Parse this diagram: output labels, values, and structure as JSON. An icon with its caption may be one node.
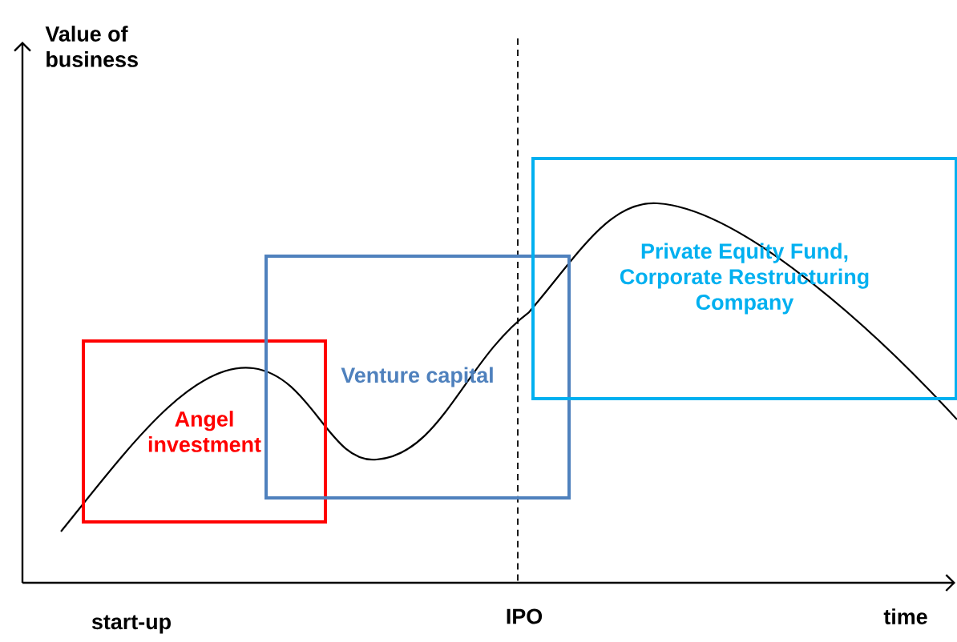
{
  "diagram": {
    "nodes": [
      {
        "text": [
          "Angel investment"
        ]
      },
      {
        "text": [
          "Venture capital"
        ]
      },
      {
        "text": [
          "Private Equity Fund, Corporate Restructuring Company"
        ]
      }
    ],
    "labels": [
      "Value of business",
      "start-up",
      "IPO",
      "time"
    ]
  }
}
